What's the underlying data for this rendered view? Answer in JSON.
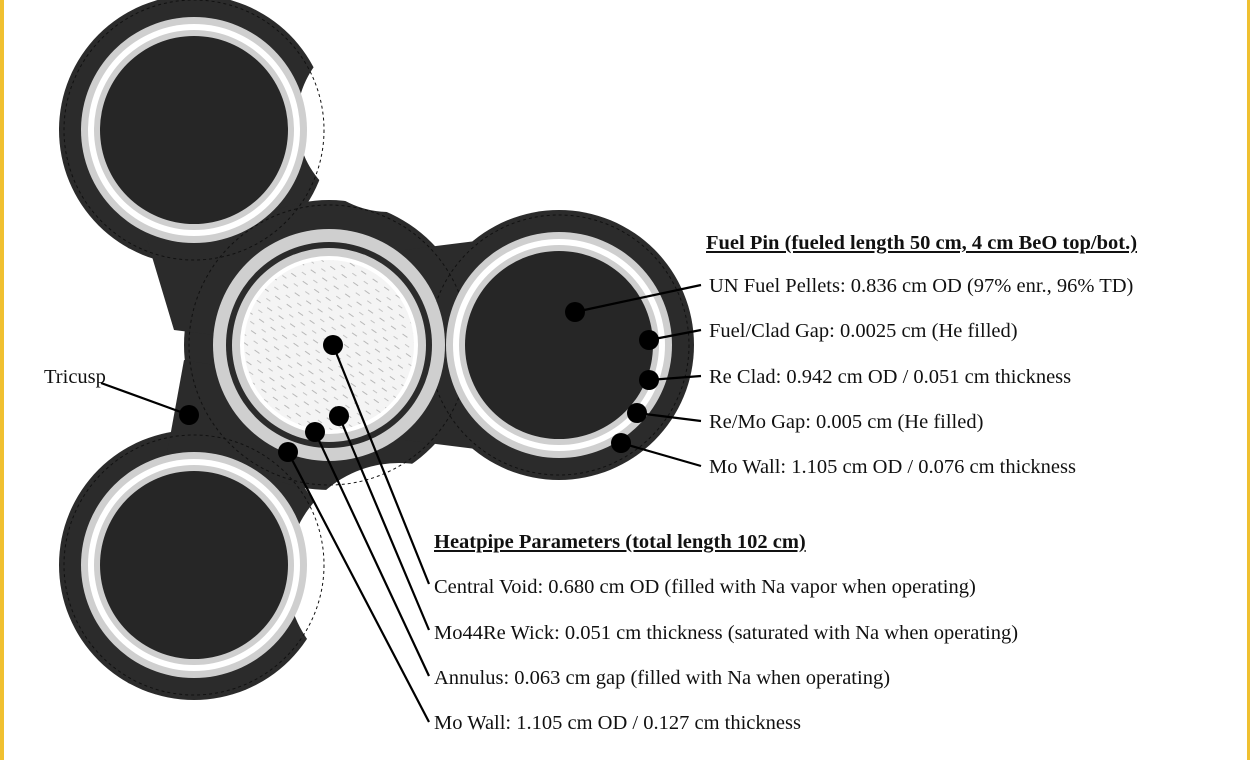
{
  "colors": {
    "body": "#2b2b2b",
    "clad_light": "#cfcfcf",
    "ring_white": "#ffffff",
    "fuel": "#262626",
    "void": "#f4f4f4",
    "frame_accent": "#f0c030"
  },
  "labels": {
    "tricusp": "Tricusp",
    "fuel_pin_header": "Fuel Pin (fueled length 50 cm, 4 cm BeO top/bot.)",
    "fuel_pellets": "UN Fuel Pellets: 0.836 cm OD (97% enr., 96% TD)",
    "fuel_clad_gap": "Fuel/Clad Gap:  0.0025 cm (He filled)",
    "re_clad": "Re Clad:  0.942 cm OD / 0.051 cm thickness",
    "re_mo_gap": "Re/Mo Gap:  0.005 cm (He filled)",
    "fuel_mo_wall": "Mo Wall:  1.105 cm OD / 0.076 cm thickness",
    "heatpipe_header": "Heatpipe Parameters (total length 102 cm)",
    "central_void": "Central Void:  0.680 cm OD (filled with Na vapor when operating)",
    "wick": "Mo44Re Wick:  0.051 cm thickness (saturated with Na when operating)",
    "annulus": "Annulus:  0.063 cm gap (filled with Na when operating)",
    "hp_mo_wall": "Mo Wall:  1.105 cm OD / 0.127 cm thickness"
  }
}
